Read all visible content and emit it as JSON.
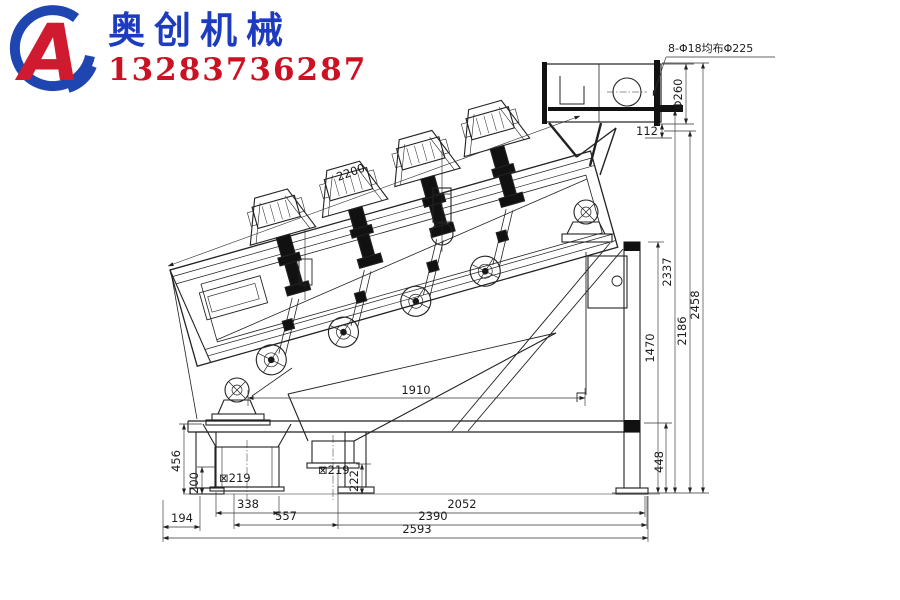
{
  "header": {
    "company": "奥创机械",
    "phone": "13283736287",
    "logo_letter": "A"
  },
  "colors": {
    "brand_blue": "#1f46b0",
    "text_blue": "#1d3bbf",
    "brand_red": "#d01a30",
    "line": "#222222"
  },
  "drawing": {
    "dims": {
      "incline_length": "2200",
      "bolt_note": "8-Φ18均布Φ225",
      "flange_dia": "Φ260",
      "gap_112": "112",
      "h_total": "2458",
      "h_flange": "2337",
      "h_tip": "2186",
      "h_support": "1470",
      "h_frame": "448",
      "span_bearings": "1910",
      "h_hopper": "456",
      "h_outlet_left": "200",
      "h_outlet_right": "222",
      "outlet_left": "⊠219",
      "outlet_right": "⊠219",
      "w_338": "338",
      "w_557": "557",
      "w_194": "194",
      "w_2052": "2052",
      "w_2390": "2390",
      "w_2593": "2593"
    }
  }
}
